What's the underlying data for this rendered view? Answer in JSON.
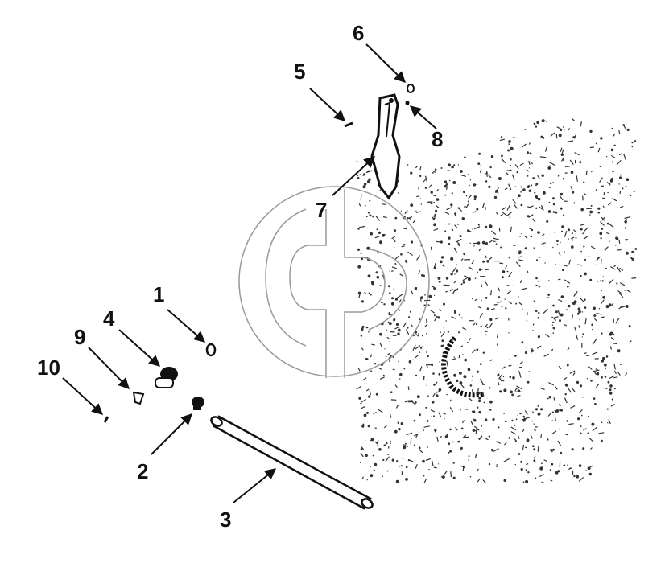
{
  "diagram": {
    "callouts": [
      {
        "id": "1",
        "label": "1"
      },
      {
        "id": "2",
        "label": "2"
      },
      {
        "id": "3",
        "label": "3"
      },
      {
        "id": "4",
        "label": "4"
      },
      {
        "id": "5",
        "label": "5"
      },
      {
        "id": "6",
        "label": "6"
      },
      {
        "id": "7",
        "label": "7"
      },
      {
        "id": "8",
        "label": "8"
      },
      {
        "id": "9",
        "label": "9"
      },
      {
        "id": "10",
        "label": "10"
      }
    ],
    "colors": {
      "ink": "#111111",
      "watermark": "#9a9a9a",
      "engine": "#333333"
    }
  }
}
